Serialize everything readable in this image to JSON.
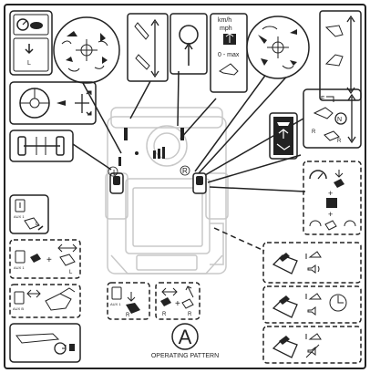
{
  "speed_panel": {
    "unit_kmh": "km/h",
    "unit_mph": "mph",
    "range": "0 - max"
  },
  "cab_labels": {
    "left_joystick": "L",
    "right_joystick": "R"
  },
  "aux_panels": {
    "aux1_top": "AUX 1",
    "aux1_mid": "AUX 1",
    "auxb": "AUX B",
    "aux1_bottom": "AUX 1"
  },
  "side_labels": {
    "l1": "L",
    "l2": "L",
    "l3": "L",
    "r1": "R",
    "r2": "R",
    "r3": "R",
    "r4": "R",
    "r5": "R",
    "f": "F",
    "n": "N"
  },
  "footer": {
    "pattern_letter": "A",
    "pattern_title": "OPERATING PATTERN"
  },
  "colors": {
    "line": "#222222",
    "faint": "#c8c8c8"
  }
}
